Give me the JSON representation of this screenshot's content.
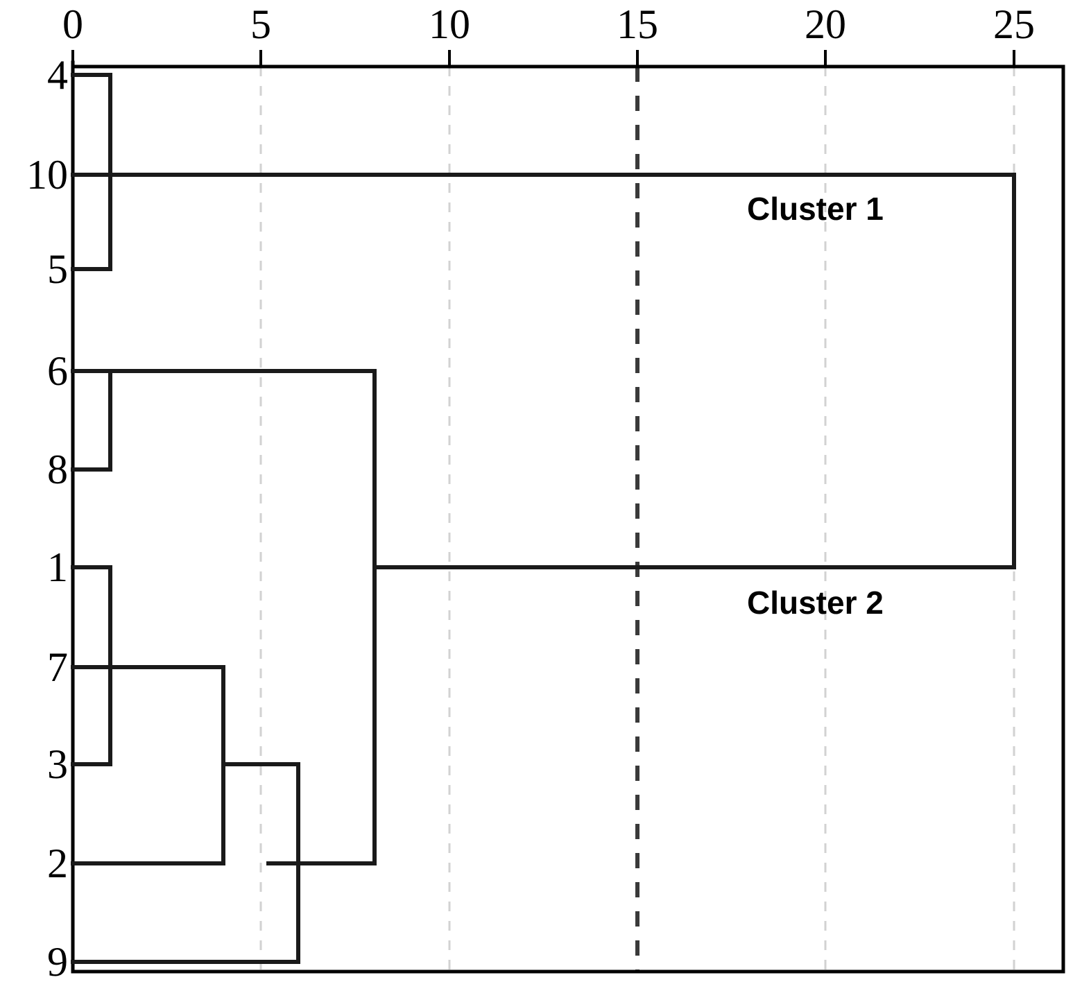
{
  "chart_data": {
    "type": "dendrogram",
    "title": "",
    "xlabel": "",
    "ylabel": "",
    "xlim": [
      0,
      25.6
    ],
    "xticks": [
      0,
      5,
      10,
      15,
      20,
      25
    ],
    "xtick_labels": [
      "0",
      "5",
      "10",
      "15",
      "20",
      "25"
    ],
    "grid": "vertical dashed gridlines at x = 5, 10, 15, 20, 25; the gridline at x = 15 is dark/emphasised",
    "leaf_labels": [
      "4",
      "10",
      "5",
      "6",
      "8",
      "1",
      "7",
      "3",
      "2",
      "9"
    ],
    "leaf_order_top_to_bottom": [
      "4",
      "10",
      "5",
      "6",
      "8",
      "1",
      "7",
      "3",
      "2",
      "9"
    ],
    "orientation": "horizontal (left-to-right, distance on x-axis, leaves on y-axis)",
    "merges": [
      {
        "id": "m1",
        "children": [
          "4",
          "5"
        ],
        "distance": 1.0
      },
      {
        "id": "m2",
        "children": [
          "6",
          "8"
        ],
        "distance": 1.0
      },
      {
        "id": "m3",
        "children": [
          "1",
          "3"
        ],
        "distance": 1.0
      },
      {
        "id": "m4",
        "children": [
          "m3",
          "7"
        ],
        "distance": 4.0
      },
      {
        "id": "m5",
        "children": [
          "m4",
          "2"
        ],
        "distance": 6.0
      },
      {
        "id": "m6",
        "children": [
          "m5",
          "9"
        ],
        "distance": 5.2
      },
      {
        "id": "m7",
        "children": [
          "m2",
          "m6"
        ],
        "distance": 8.0
      },
      {
        "id": "m8",
        "children": [
          "m1",
          "10"
        ],
        "distance": 25.0
      },
      {
        "id": "root",
        "children": [
          "m8",
          "m7"
        ],
        "distance": 25.6
      }
    ],
    "annotations": [
      {
        "text": "Cluster 1",
        "x": 17.8,
        "y_leaf_between": [
          "10",
          "5"
        ]
      },
      {
        "text": "Cluster 2",
        "x": 17.8,
        "y_leaf_between": [
          "1",
          "7"
        ]
      }
    ],
    "cut_line": {
      "x": 15,
      "style": "dashed",
      "color": "#3a3a3a"
    },
    "colors": {
      "link": "#1a1a1a",
      "axis": "#000000",
      "grid_light": "#d0d0d0",
      "grid_dark": "#4d4d4d",
      "background": "#ffffff",
      "text": "#000000"
    }
  },
  "axis": {
    "x_ticks": [
      {
        "label": "0",
        "px": 105
      },
      {
        "label": "5",
        "px": 376
      },
      {
        "label": "10",
        "px": 648
      },
      {
        "label": "15",
        "px": 919
      },
      {
        "label": "20",
        "px": 1190
      },
      {
        "label": "25",
        "px": 1462
      }
    ],
    "y_leaves": [
      {
        "label": "4",
        "px": 108
      },
      {
        "label": "10",
        "px": 252
      },
      {
        "label": "5",
        "px": 388
      },
      {
        "label": "6",
        "px": 535
      },
      {
        "label": "8",
        "px": 677
      },
      {
        "label": "1",
        "px": 818
      },
      {
        "label": "7",
        "px": 962
      },
      {
        "label": "3",
        "px": 1102
      },
      {
        "label": "2",
        "px": 1245
      },
      {
        "label": "9",
        "px": 1387
      }
    ]
  },
  "annotations": {
    "cluster1": "Cluster 1",
    "cluster2": "Cluster 2"
  }
}
